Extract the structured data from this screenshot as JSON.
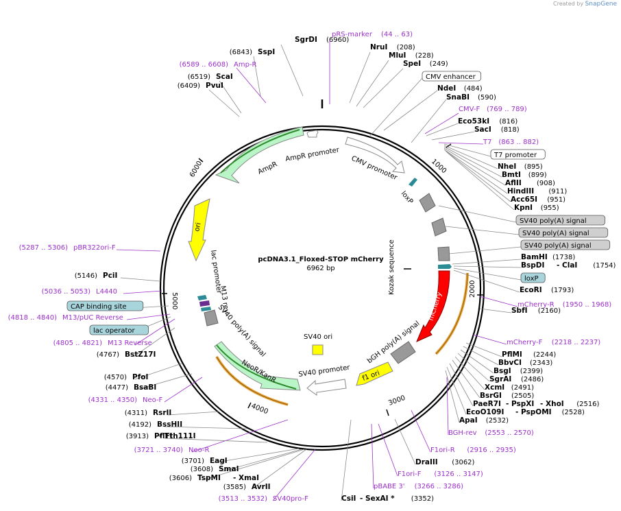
{
  "brand": {
    "created_by": "Created by",
    "name": "SnapGene"
  },
  "plasmid": {
    "name": "pcDNA3.1_Floxed-STOP mCherry",
    "length": "6962 bp"
  },
  "colors": {
    "enzyme": "#000000",
    "primer": "#9b2fc9",
    "backbone": "#000000",
    "ampr": "#b9f5c6",
    "ori": "#ffff00",
    "mcherry": "#ff0000",
    "f1ori": "#ffff00",
    "neo": "#b9f5c6",
    "loxp": "#2a8a95",
    "grey_feature": "#999999",
    "cap_site": "#a8d4dc"
  },
  "ticks": [
    "1000",
    "2000",
    "3000",
    "4000",
    "5000",
    "6000"
  ],
  "features": {
    "cmv_promoter": "CMV promoter",
    "loxp": "loxP",
    "kozak": "Kozak sequence",
    "mcherry": "mCherry",
    "bgh": "bGH poly(A) signal",
    "f1ori": "f1 ori",
    "sv40_promoter": "SV40 promoter",
    "sv40_ori": "SV40 ori",
    "neo": "NeoR/KanR",
    "sv40_polya": "SV40 poly(A) signal",
    "m13rev": "M13 rev",
    "lac_promoter": "lac promoter",
    "ori": "ori",
    "ampr": "AmpR",
    "ampr_promoter": "AmpR promoter"
  },
  "labels": [
    {
      "name": "SgrDI",
      "pos": "(6960)",
      "kind": "enzyme"
    },
    {
      "name": "SspI",
      "pos": "(6843)",
      "kind": "enzyme"
    },
    {
      "name": "Amp-R",
      "pos": "(6589 .. 6608)",
      "kind": "primer"
    },
    {
      "name": "ScaI",
      "pos": "(6519)",
      "kind": "enzyme"
    },
    {
      "name": "PvuI",
      "pos": "(6409)",
      "kind": "enzyme"
    },
    {
      "name": "pRS-marker",
      "pos": "(44 .. 63)",
      "kind": "primer"
    },
    {
      "name": "NruI",
      "pos": "(208)",
      "kind": "enzyme"
    },
    {
      "name": "MluI",
      "pos": "(228)",
      "kind": "enzyme"
    },
    {
      "name": "SpeI",
      "pos": "(249)",
      "kind": "enzyme"
    },
    {
      "name": "CMV enhancer",
      "pos": "",
      "kind": "box"
    },
    {
      "name": "NdeI",
      "pos": "(484)",
      "kind": "enzyme"
    },
    {
      "name": "SnaBI",
      "pos": "(590)",
      "kind": "enzyme"
    },
    {
      "name": "CMV-F",
      "pos": "(769 .. 789)",
      "kind": "primer"
    },
    {
      "name": "Eco53kI",
      "pos": "(816)",
      "kind": "enzyme"
    },
    {
      "name": "SacI",
      "pos": "(818)",
      "kind": "enzyme"
    },
    {
      "name": "T7",
      "pos": "(863 .. 882)",
      "kind": "primer"
    },
    {
      "name": "T7 promoter",
      "pos": "",
      "kind": "box"
    },
    {
      "name": "NheI",
      "pos": "(895)",
      "kind": "enzyme"
    },
    {
      "name": "BmtI",
      "pos": "(899)",
      "kind": "enzyme"
    },
    {
      "name": "AflII",
      "pos": "(908)",
      "kind": "enzyme"
    },
    {
      "name": "HindIII",
      "pos": "(911)",
      "kind": "enzyme"
    },
    {
      "name": "Acc65I",
      "pos": "(951)",
      "kind": "enzyme"
    },
    {
      "name": "KpnI",
      "pos": "(955)",
      "kind": "enzyme"
    },
    {
      "name": "SV40 poly(A) signal",
      "pos": "",
      "kind": "greybox"
    },
    {
      "name": "SV40 poly(A) signal",
      "pos": "",
      "kind": "greybox"
    },
    {
      "name": "SV40 poly(A) signal",
      "pos": "",
      "kind": "greybox"
    },
    {
      "name": "BamHI",
      "pos": "(1738)",
      "kind": "enzyme"
    },
    {
      "name": "BspDI",
      "pos": "",
      "kind": "enzyme"
    },
    {
      "name": "- ClaI",
      "pos": "(1754)",
      "kind": "enzyme"
    },
    {
      "name": "loxP",
      "pos": "",
      "kind": "bluebox"
    },
    {
      "name": "EcoRI",
      "pos": "(1793)",
      "kind": "enzyme"
    },
    {
      "name": "mCherry-R",
      "pos": "(1950 .. 1968)",
      "kind": "primer"
    },
    {
      "name": "SbfI",
      "pos": "(2160)",
      "kind": "enzyme"
    },
    {
      "name": "mCherry-F",
      "pos": "(2218 .. 2237)",
      "kind": "primer"
    },
    {
      "name": "PflMI",
      "pos": "(2244)",
      "kind": "enzyme"
    },
    {
      "name": "BbvCI",
      "pos": "(2343)",
      "kind": "enzyme"
    },
    {
      "name": "BsgI",
      "pos": "(2399)",
      "kind": "enzyme"
    },
    {
      "name": "SgrAI",
      "pos": "(2486)",
      "kind": "enzyme"
    },
    {
      "name": "XcmI",
      "pos": "(2491)",
      "kind": "enzyme"
    },
    {
      "name": "BsrGI",
      "pos": "(2505)",
      "kind": "enzyme"
    },
    {
      "name": "PaeR7I",
      "pos": "",
      "kind": "enzyme"
    },
    {
      "name": "- PspXI",
      "pos": "",
      "kind": "enzyme"
    },
    {
      "name": "- XhoI",
      "pos": "(2516)",
      "kind": "enzyme"
    },
    {
      "name": "EcoO109I",
      "pos": "",
      "kind": "enzyme"
    },
    {
      "name": "- PspOMI",
      "pos": "(2528)",
      "kind": "enzyme"
    },
    {
      "name": "ApaI",
      "pos": "(2532)",
      "kind": "enzyme"
    },
    {
      "name": "BGH-rev",
      "pos": "(2553 .. 2570)",
      "kind": "primer"
    },
    {
      "name": "F1ori-R",
      "pos": "(2916 .. 2935)",
      "kind": "primer"
    },
    {
      "name": "DraIII",
      "pos": "(3062)",
      "kind": "enzyme"
    },
    {
      "name": "F1ori-F",
      "pos": "(3126 .. 3147)",
      "kind": "primer"
    },
    {
      "name": "pBABE 3'",
      "pos": "(3266 .. 3286)",
      "kind": "primer"
    },
    {
      "name": "CsiI",
      "pos": "",
      "kind": "enzyme"
    },
    {
      "name": "- SexAI *",
      "pos": "(3352)",
      "kind": "enzyme"
    },
    {
      "name": "SV40pro-F",
      "pos": "(3513 .. 3532)",
      "kind": "primer"
    },
    {
      "name": "AvrII",
      "pos": "(3585)",
      "kind": "enzyme"
    },
    {
      "name": "TspMI",
      "pos": "(3606)",
      "kind": "enzyme"
    },
    {
      "name": "- XmaI",
      "pos": "",
      "kind": "enzyme"
    },
    {
      "name": "SmaI",
      "pos": "(3608)",
      "kind": "enzyme"
    },
    {
      "name": "EagI",
      "pos": "(3701)",
      "kind": "enzyme"
    },
    {
      "name": "Neo-R",
      "pos": "(3721 .. 3740)",
      "kind": "primer"
    },
    {
      "name": "PflFI",
      "pos": "(3913)",
      "kind": "enzyme"
    },
    {
      "name": "- Tth111I",
      "pos": "",
      "kind": "enzyme"
    },
    {
      "name": "BssHII",
      "pos": "(4192)",
      "kind": "enzyme"
    },
    {
      "name": "RsrII",
      "pos": "(4311)",
      "kind": "enzyme"
    },
    {
      "name": "Neo-F",
      "pos": "(4331 .. 4350)",
      "kind": "primer"
    },
    {
      "name": "BsaBI",
      "pos": "(4477)",
      "kind": "enzyme"
    },
    {
      "name": "PfoI",
      "pos": "(4570)",
      "kind": "enzyme"
    },
    {
      "name": "BstZ17I",
      "pos": "(4767)",
      "kind": "enzyme"
    },
    {
      "name": "M13 Reverse",
      "pos": "(4805 .. 4821)",
      "kind": "primer"
    },
    {
      "name": "lac operator",
      "pos": "",
      "kind": "bluebox"
    },
    {
      "name": "M13/pUC Reverse",
      "pos": "(4818 .. 4840)",
      "kind": "primer"
    },
    {
      "name": "CAP binding site",
      "pos": "",
      "kind": "bluebox"
    },
    {
      "name": "L4440",
      "pos": "(5036 .. 5053)",
      "kind": "primer"
    },
    {
      "name": "PciI",
      "pos": "(5146)",
      "kind": "enzyme"
    },
    {
      "name": "pBR322ori-F",
      "pos": "(5287 .. 5306)",
      "kind": "primer"
    }
  ]
}
